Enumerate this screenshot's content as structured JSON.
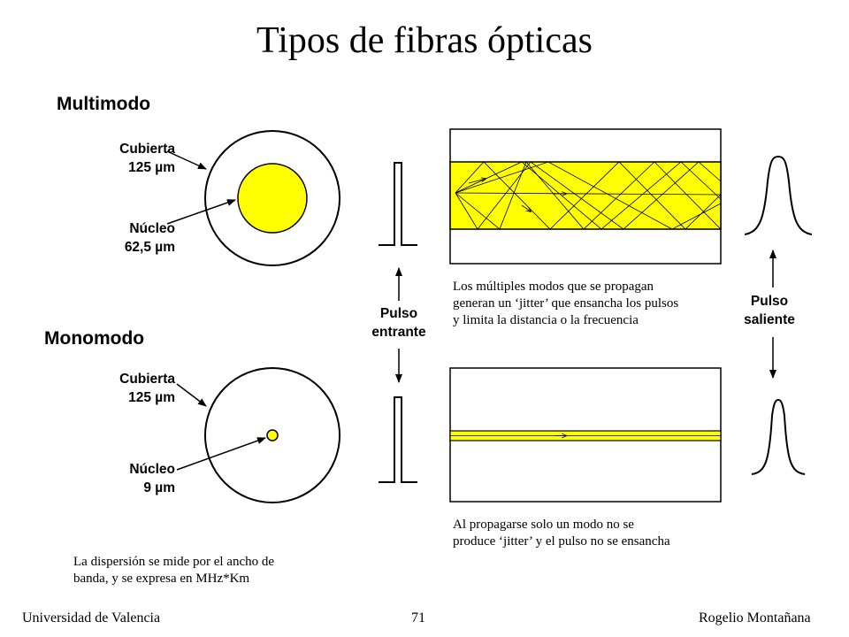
{
  "title": "Tipos de fibras ópticas",
  "multimode": {
    "heading": "Multimodo",
    "cladding_name": "Cubierta",
    "cladding_size": "125 µm",
    "core_name": "Núcleo",
    "core_size": "62,5 µm",
    "description": [
      "Los múltiples modos que se propagan",
      "generan un ‘jitter’ que ensancha los pulsos",
      "y limita la distancia o la frecuencia"
    ]
  },
  "singlemode": {
    "heading": "Monomodo",
    "cladding_name": "Cubierta",
    "cladding_size": "125 µm",
    "core_name": "Núcleo",
    "core_size": "9 µm",
    "description": [
      "Al propagarse solo un modo no se",
      "produce ‘jitter’ y el pulso no se ensancha"
    ]
  },
  "input_pulse": {
    "line1": "Pulso",
    "line2": "entrante"
  },
  "output_pulse": {
    "line1": "Pulso",
    "line2": "saliente"
  },
  "dispersion_note": [
    "La dispersión se mide por el ancho de",
    "banda, y se expresa en MHz*Km"
  ],
  "footer": {
    "left": "Universidad de Valencia",
    "center": "71",
    "right": "Rogelio Montañana"
  },
  "colors": {
    "core": "#ffff00",
    "line": "#000000",
    "background": "#ffffff"
  }
}
